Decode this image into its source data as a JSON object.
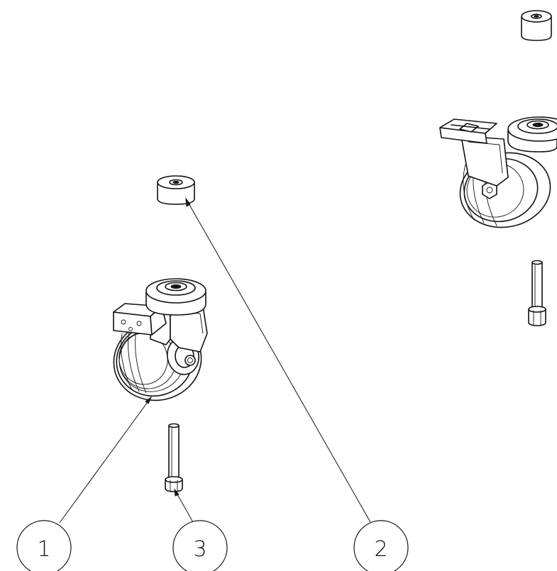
{
  "balloons": [
    {
      "label": "1",
      "part": "caster-wheel"
    },
    {
      "label": "2",
      "part": "spacer-bushing"
    },
    {
      "label": "3",
      "part": "socket-head-bolt"
    }
  ]
}
